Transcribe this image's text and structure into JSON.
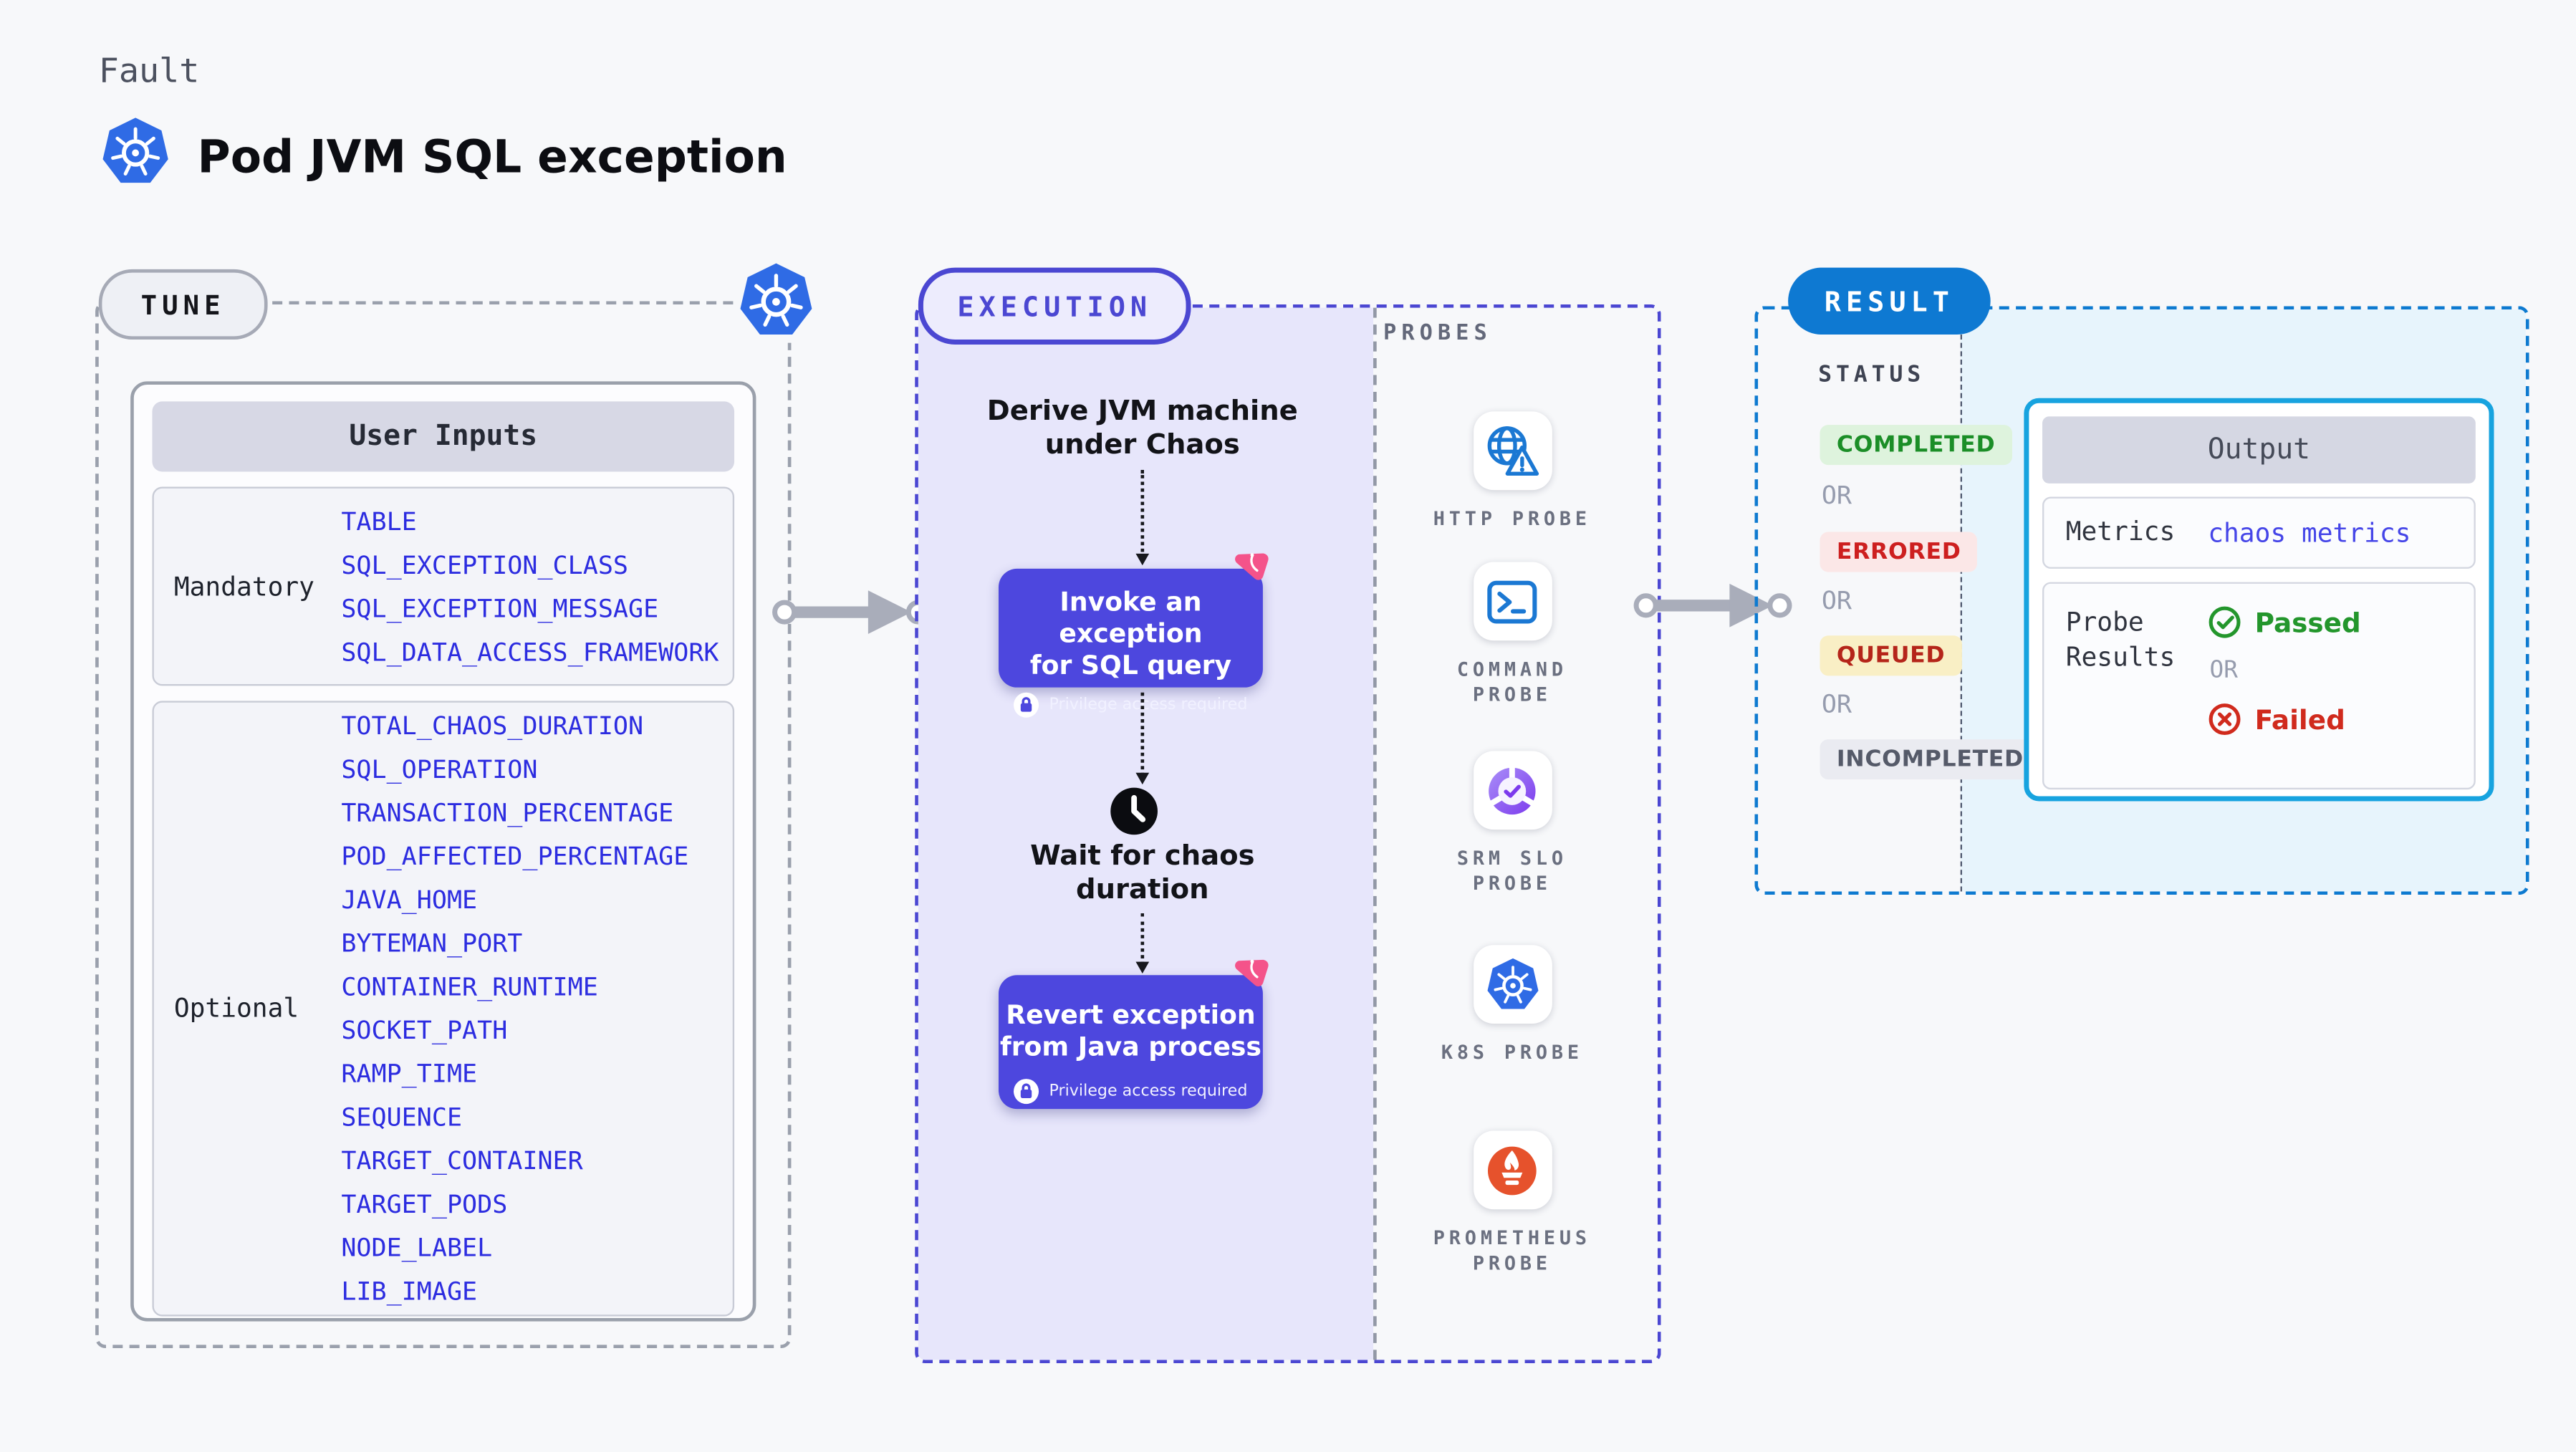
{
  "page": {
    "eyebrow": "Fault",
    "title": "Pod JVM SQL exception"
  },
  "tune": {
    "badge": "TUNE",
    "card_title": "User Inputs",
    "mandatory_label": "Mandatory",
    "mandatory_items": [
      "TABLE",
      "SQL_EXCEPTION_CLASS",
      "SQL_EXCEPTION_MESSAGE",
      "SQL_DATA_ACCESS_FRAMEWORK"
    ],
    "optional_label": "Optional",
    "optional_items": [
      "TOTAL_CHAOS_DURATION",
      "SQL_OPERATION",
      "TRANSACTION_PERCENTAGE",
      "POD_AFFECTED_PERCENTAGE",
      "JAVA_HOME",
      "BYTEMAN_PORT",
      "CONTAINER_RUNTIME",
      "SOCKET_PATH",
      "RAMP_TIME",
      "SEQUENCE",
      "TARGET_CONTAINER",
      "TARGET_PODS",
      "NODE_LABEL",
      "LIB_IMAGE"
    ]
  },
  "execution": {
    "badge": "EXECUTION",
    "derive_line1": "Derive JVM machine",
    "derive_line2": "under Chaos",
    "invoke_line1": "Invoke an exception",
    "invoke_line2": "for SQL query",
    "privilege_note": "Privilege access required",
    "wait_line1": "Wait for chaos",
    "wait_line2": "duration",
    "revert_line1": "Revert exception",
    "revert_line2": "from Java process"
  },
  "probes": {
    "label": "PROBES",
    "items": [
      {
        "name": "HTTP PROBE",
        "icon": "globe-alert-icon"
      },
      {
        "name": "COMMAND PROBE",
        "icon": "terminal-icon"
      },
      {
        "name": "SRM SLO PROBE",
        "icon": "slo-gauge-icon"
      },
      {
        "name": "K8S PROBE",
        "icon": "kubernetes-icon"
      },
      {
        "name": "PROMETHEUS PROBE",
        "icon": "prometheus-icon"
      }
    ]
  },
  "result": {
    "badge": "RESULT",
    "status_label": "STATUS",
    "or_label": "OR",
    "statuses": [
      {
        "text": "COMPLETED",
        "type": "completed"
      },
      {
        "text": "ERRORED",
        "type": "errored"
      },
      {
        "text": "QUEUED",
        "type": "queued"
      },
      {
        "text": "INCOMPLETED",
        "type": "incompleted"
      }
    ],
    "output": {
      "title": "Output",
      "metrics_label": "Metrics",
      "metrics_value": "chaos metrics",
      "probe_results_label": "Probe Results",
      "passed_label": "Passed",
      "failed_label": "Failed"
    }
  },
  "colors": {
    "accent_indigo": "#4b47d2",
    "chaos_button_indigo": "#4d47de",
    "result_blue": "#0e79d2",
    "output_border_cyan": "#17a3df",
    "input_param_blue": "#2c2ce0",
    "passed_green": "#23962c",
    "failed_red": "#d02a1d",
    "litmus_pink": "#f4538a",
    "k8s_blue": "#2f6be5",
    "prometheus_orange": "#e6522c",
    "completed_green": "#1b8e27",
    "errored_red": "#cd1f1f",
    "queued_amber": "#b5251a"
  }
}
